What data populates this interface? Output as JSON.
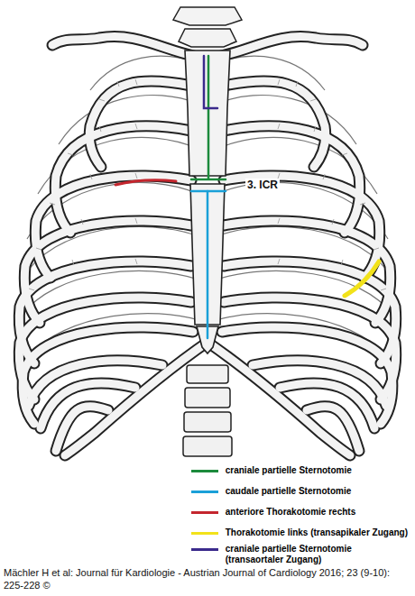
{
  "diagram": {
    "caption": "Mächler H et al: Journal für Kardiologie - Austrian Journal of Cardiology 2016; 23 (9-10): 225-228 ©",
    "labels": [
      "3. ICR"
    ],
    "legend": [
      {
        "text": "craniale partielle Sternotomie",
        "color": "#1c8a3c"
      },
      {
        "text": "caudale partielle Sternotomie",
        "color": "#1aa0d8"
      },
      {
        "text": "anteriore Thorakotomie rechts",
        "color": "#c4262e"
      },
      {
        "text": "Thorakotomie links (transapikaler Zugang)",
        "color": "#f2e21a"
      },
      {
        "text": "craniale partielle Sternotomie (transaortaler Zugang)",
        "color": "#3b2a8c"
      }
    ]
  }
}
